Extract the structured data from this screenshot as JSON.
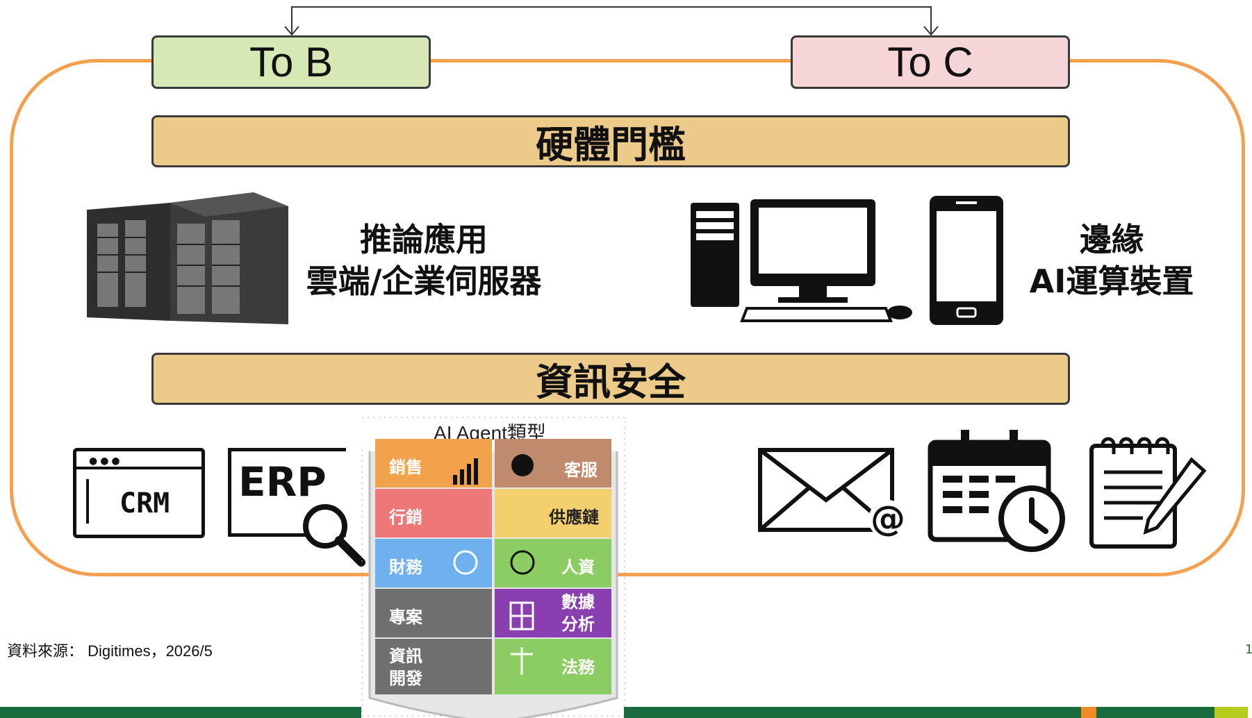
{
  "segments": {
    "to_b": "To B",
    "to_c": "To C"
  },
  "bars": {
    "hardware": "硬體門檻",
    "security": "資訊安全"
  },
  "b_side": {
    "line1": "推論應用",
    "line2": "雲端/企業伺服器",
    "icon_labels": [
      "CRM",
      "ERP"
    ]
  },
  "c_side": {
    "line1": "邊緣",
    "line2": "AI運算裝置"
  },
  "agent_book": {
    "title": "AI Agent類型",
    "left_page": [
      {
        "label": "銷售",
        "color": "#f3a24c"
      },
      {
        "label": "行銷",
        "color": "#ee7777"
      },
      {
        "label": "財務",
        "color": "#6fb1ef"
      },
      {
        "label": "專案",
        "color": "#6f6f6f"
      },
      {
        "label_line1": "資訊",
        "label_line2": "開發",
        "color": "#6f6f6f"
      }
    ],
    "right_page": [
      {
        "label": "客服",
        "color": "#c08a6c"
      },
      {
        "label": "供應鏈",
        "color": "#f4cf6e"
      },
      {
        "label": "人資",
        "color": "#8ccd63"
      },
      {
        "label_line1": "數據",
        "label_line2": "分析",
        "color": "#8a3fb1"
      },
      {
        "label": "法務",
        "color": "#8ccd63"
      }
    ]
  },
  "footer": {
    "source": "資料來源： Digitimes，2026/5",
    "page_number": "1"
  },
  "colors": {
    "frame": "#f5a04e",
    "bar": "#ecca8a",
    "to_b": "#d6e9b4",
    "to_c": "#f6d5d7",
    "bottom_green": "#1a6b3e"
  }
}
